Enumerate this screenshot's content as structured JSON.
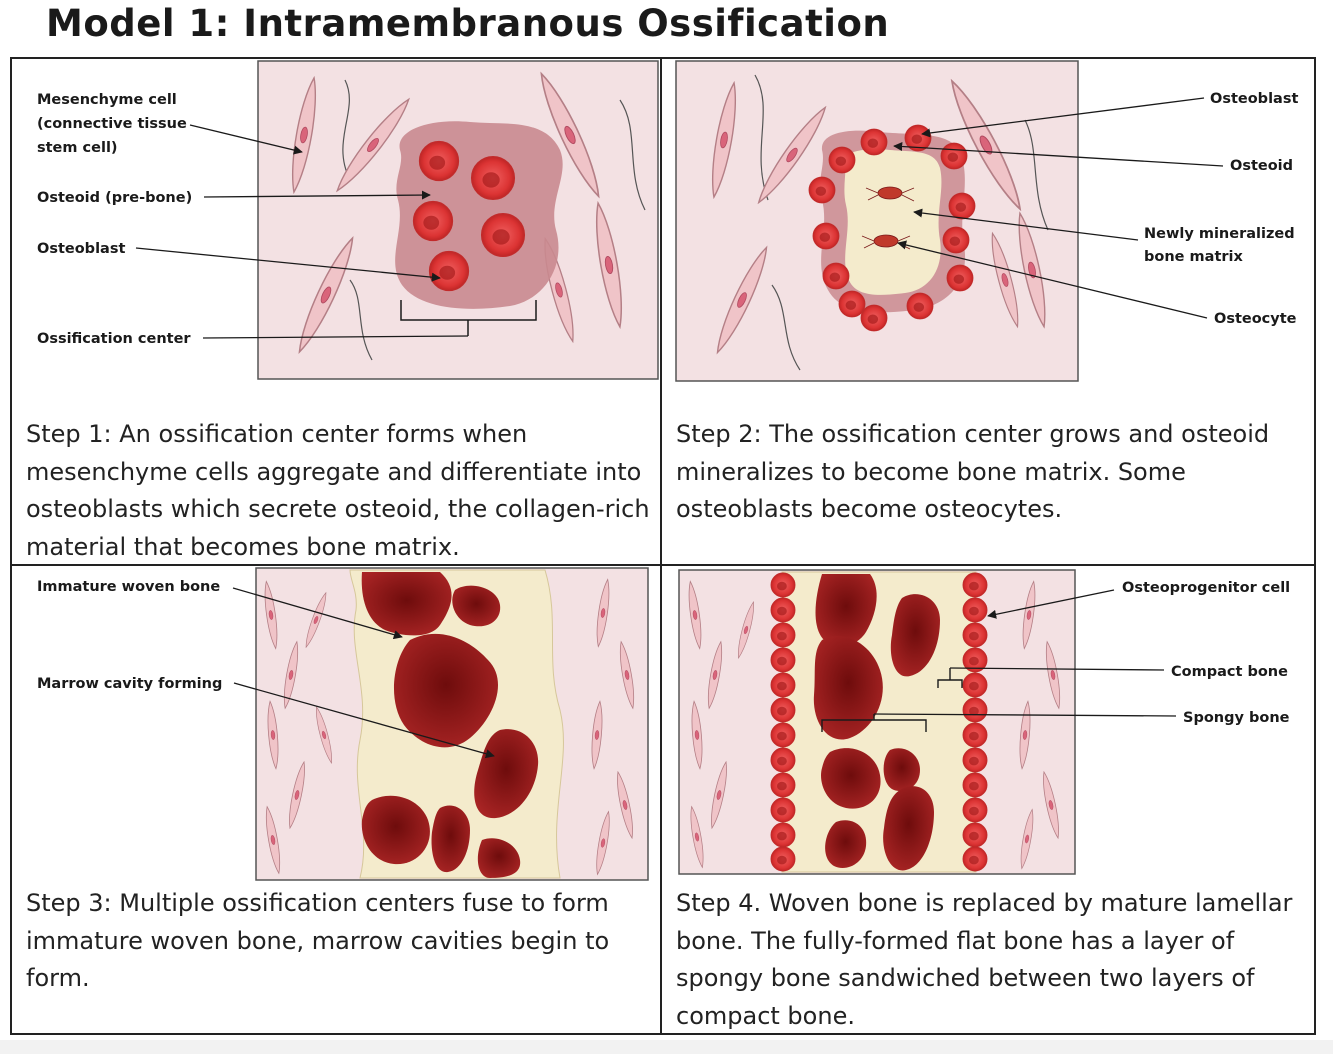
{
  "title": "Model 1: Intramembranous Ossification",
  "colors": {
    "tissue_bg": "#f3e1e3",
    "mesenchyme_fill": "#f0c4c8",
    "mesenchyme_stroke": "#b47f86",
    "cell_red": "#e03a3a",
    "osteoid": "#c98a8f",
    "bone_matrix": "#f4ebcc",
    "marrow": "#9e1c1c",
    "line": "#1a1a1a"
  },
  "panels": [
    {
      "step": 1,
      "caption": "Step 1: An ossification center forms when mesenchyme cells aggregate and differentiate into osteoblasts which secrete osteoid, the collagen-rich material that becomes bone matrix.",
      "labels": [
        "Mesenchyme cell",
        "(connective tissue",
        "stem cell)",
        "Osteoid (pre-bone)",
        "Osteoblast",
        "Ossification center"
      ]
    },
    {
      "step": 2,
      "caption": "Step 2: The ossification center grows and osteoid mineralizes to become bone matrix. Some osteoblasts become osteocytes.",
      "labels": [
        "Osteoblast",
        "Osteoid",
        "Newly mineralized",
        "bone matrix",
        "Osteocyte"
      ]
    },
    {
      "step": 3,
      "caption": "Step 3: Multiple ossification centers fuse to form immature woven bone, marrow cavities begin to form.",
      "labels": [
        "Immature woven bone",
        "Marrow cavity forming"
      ]
    },
    {
      "step": 4,
      "caption": "Step 4. Woven bone is replaced by mature lamellar bone. The fully-formed flat bone has a layer of spongy bone sandwiched between two layers of compact bone.",
      "labels": [
        "Osteoprogenitor cell",
        "Compact bone",
        "Spongy bone"
      ]
    }
  ]
}
